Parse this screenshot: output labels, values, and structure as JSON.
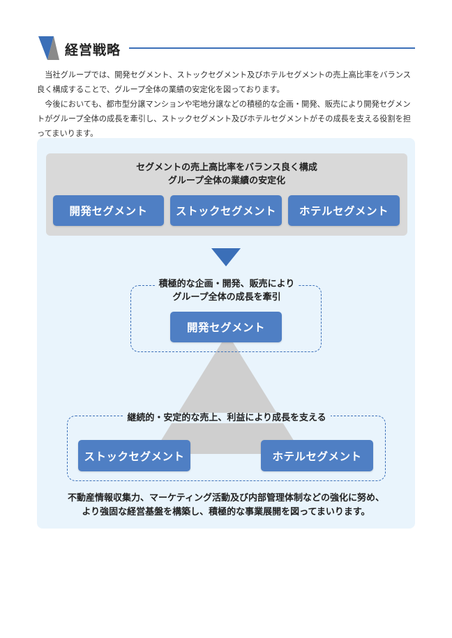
{
  "header": {
    "title": "経営戦略"
  },
  "intro": {
    "paragraphs": [
      "当社グループでは、開発セグメント、ストックセグメント及びホテルセグメントの売上高比率をバランス良く構成することで、グループ全体の業績の安定化を図っております。",
      "今後においても、都市型分譲マンションや宅地分譲などの積極的な企画・開発、販売により開発セグメントがグループ全体の成長を牽引し、ストックセグメント及びホテルセグメントがその成長を支える役割を担ってまいります。"
    ]
  },
  "top_box": {
    "line1": "セグメントの売上高比率をバランス良く構成",
    "line2": "グループ全体の業績の安定化",
    "buttons": [
      "開発セグメント",
      "ストックセグメント",
      "ホテルセグメント"
    ]
  },
  "growth": {
    "line1": "積極的な企画・開発、販売により",
    "line2": "グループ全体の成長を牽引",
    "button": "開発セグメント"
  },
  "support": {
    "label": "継続的・安定的な売上、利益により成長を支える",
    "buttons": [
      "ストックセグメント",
      "ホテルセグメント"
    ]
  },
  "closing": {
    "line1": "不動産情報収集力、マーケティング活動及び内部管理体制などの強化に努め、",
    "line2": "より強固な経営基盤を構築し、積極的な事業展開を図ってまいります。"
  },
  "colors": {
    "accent": "#3b6fb8",
    "button": "#4f7fc4",
    "panel": "#e9f4fc",
    "gray_box": "#d9d9d9",
    "triangle": "#cfcfcf"
  }
}
